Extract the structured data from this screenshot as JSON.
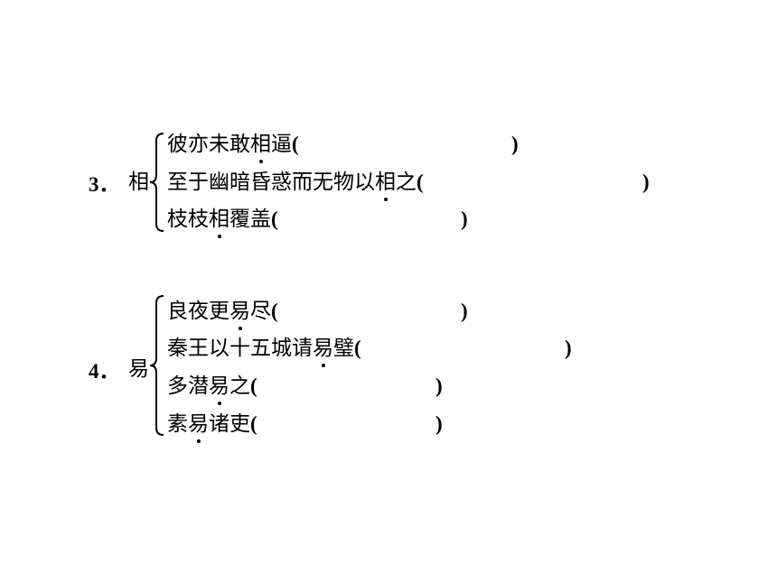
{
  "items": [
    {
      "number": "3．",
      "head": "相",
      "lines": [
        {
          "pre": "彼亦未敢",
          "dotted": "相",
          "post": "逼",
          "open": "(",
          "close": ")"
        },
        {
          "pre": "至于幽暗昏惑而无物以",
          "dotted": "相",
          "post": "之",
          "open": "(",
          "close": ")"
        },
        {
          "pre": "枝枝",
          "dotted": "相",
          "post": "覆盖",
          "open": "(",
          "close": ")"
        }
      ]
    },
    {
      "number": "4．",
      "head": "易",
      "lines": [
        {
          "pre": "良夜更",
          "dotted": "易",
          "post": "尽",
          "open": "(",
          "close": ")"
        },
        {
          "pre": "秦王以十五城请",
          "dotted": "易",
          "post": "璧",
          "open": "(",
          "close": ")"
        },
        {
          "pre": "多潜",
          "dotted": "易",
          "post": "之",
          "open": "(",
          "close": ")"
        },
        {
          "pre": "素",
          "dotted": "易",
          "post": "诸吏",
          "open": "(",
          "close": ")"
        }
      ]
    }
  ]
}
